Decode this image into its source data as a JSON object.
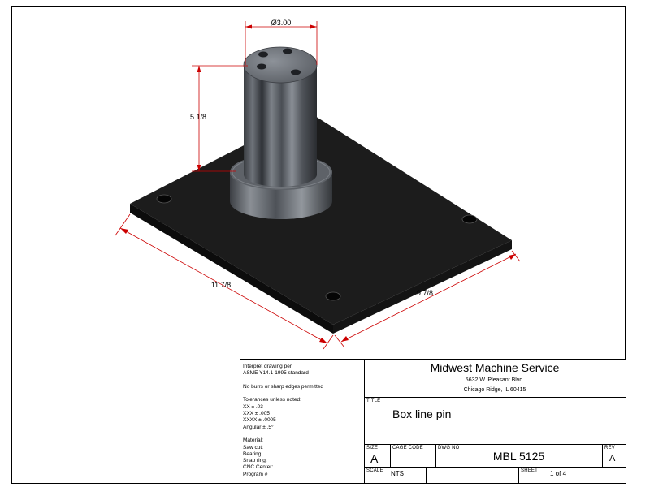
{
  "dimensions": {
    "diameter": "Ø3.00",
    "height": "5 1/8",
    "length": "11 7/8",
    "width": "9 7/8"
  },
  "notes": [
    "Interpret drawing per",
    "ASME Y14.1-1995 standard",
    "",
    "No burrs or sharp edges permitted",
    "",
    "Tolerances unless noted:",
    "XX ± .03",
    "XXX ± .005",
    "XXXX ± .0005",
    "Angular ± .5°",
    "",
    "Material:",
    "Saw cut:",
    "Bearing:",
    "Snap ring:",
    "CNC Center:",
    "Program #"
  ],
  "company": {
    "name": "Midwest Machine Service",
    "address1": "5632 W. Pleasant Blvd.",
    "address2": "Chicago Ridge, IL 60415"
  },
  "title_block": {
    "title_label": "TITLE",
    "title": "Box line pin",
    "size_label": "SIZE",
    "size": "A",
    "cage_label": "CAGE CODE",
    "dwg_label": "DWG NO",
    "dwg_no": "MBL 5125",
    "rev_label": "REV",
    "rev": "A",
    "scale_label": "SCALE",
    "scale": "NTS",
    "sheet_label": "SHEET",
    "sheet": "1 of 4"
  },
  "colors": {
    "dimension": "#cc0000",
    "plate": "#1a1a1a",
    "shaft": "#5a5f66"
  }
}
